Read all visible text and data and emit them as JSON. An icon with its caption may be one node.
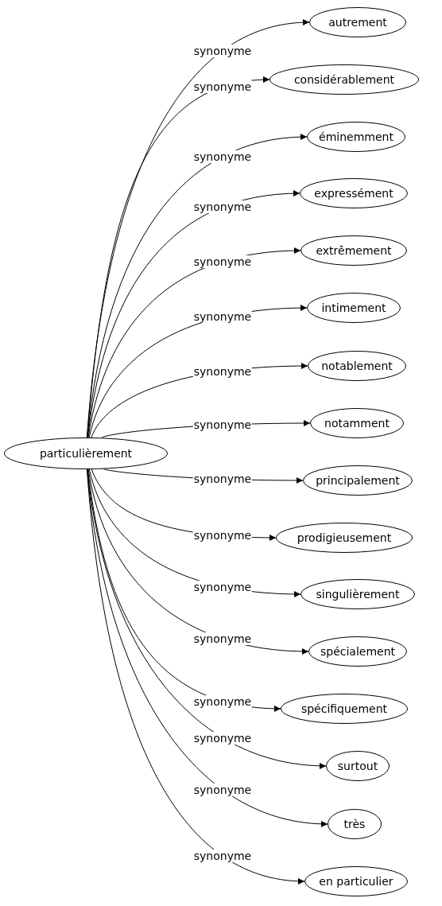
{
  "diagram": {
    "nodes": [
      {
        "text": [
          "particulièrement"
        ]
      },
      {
        "text": [
          "autrement"
        ]
      },
      {
        "text": [
          "considérablement"
        ]
      },
      {
        "text": [
          "éminemment"
        ]
      },
      {
        "text": [
          "expressément"
        ]
      },
      {
        "text": [
          "extrêmement"
        ]
      },
      {
        "text": [
          "intimement"
        ]
      },
      {
        "text": [
          "notablement"
        ]
      },
      {
        "text": [
          "notamment"
        ]
      },
      {
        "text": [
          "principalement"
        ]
      },
      {
        "text": [
          "prodigieusement"
        ]
      },
      {
        "text": [
          "singulièrement"
        ]
      },
      {
        "text": [
          "spécialement"
        ]
      },
      {
        "text": [
          "spécifiquement"
        ]
      },
      {
        "text": [
          "surtout"
        ]
      },
      {
        "text": [
          "très"
        ]
      },
      {
        "text": [
          "en particulier"
        ]
      }
    ],
    "edges": [
      {
        "from": 0,
        "to": 1,
        "arrow": "to",
        "label": "synonyme"
      },
      {
        "from": 0,
        "to": 2,
        "arrow": "to",
        "label": "synonyme"
      },
      {
        "from": 0,
        "to": 3,
        "arrow": "to",
        "label": "synonyme"
      },
      {
        "from": 0,
        "to": 4,
        "arrow": "to",
        "label": "synonyme"
      },
      {
        "from": 0,
        "to": 5,
        "arrow": "to",
        "label": "synonyme"
      },
      {
        "from": 0,
        "to": 6,
        "arrow": "to",
        "label": "synonyme"
      },
      {
        "from": 0,
        "to": 7,
        "arrow": "to",
        "label": "synonyme"
      },
      {
        "from": 0,
        "to": 8,
        "arrow": "to",
        "label": "synonyme"
      },
      {
        "from": 0,
        "to": 9,
        "arrow": "to",
        "label": "synonyme"
      },
      {
        "from": 0,
        "to": 10,
        "arrow": "to",
        "label": "synonyme"
      },
      {
        "from": 0,
        "to": 11,
        "arrow": "to",
        "label": "synonyme"
      },
      {
        "from": 0,
        "to": 12,
        "arrow": "to",
        "label": "synonyme"
      },
      {
        "from": 0,
        "to": 13,
        "arrow": "to",
        "label": "synonyme"
      },
      {
        "from": 0,
        "to": 14,
        "arrow": "to",
        "label": "synonyme"
      },
      {
        "from": 0,
        "to": 15,
        "arrow": "to",
        "label": "synonyme"
      },
      {
        "from": 0,
        "to": 16,
        "arrow": "to",
        "label": "synonyme"
      }
    ]
  }
}
